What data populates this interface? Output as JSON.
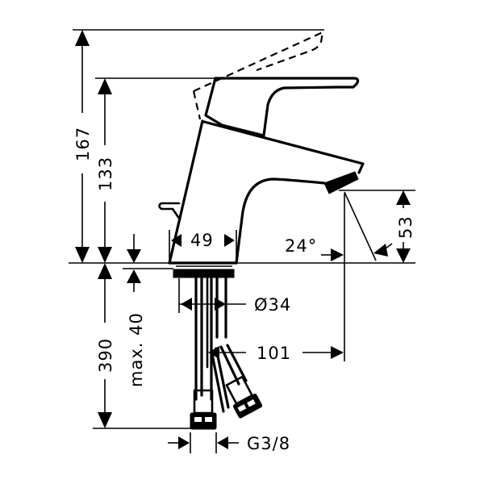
{
  "drawing": {
    "subject": "basin mixer faucet technical dimension drawing",
    "line_color": "#000000",
    "background": "#ffffff"
  },
  "dimensions": {
    "total_height_open": "167",
    "height_to_lever": "133",
    "spout_height": "53",
    "base_width": "49",
    "spout_angle": "24°",
    "base_diameter": "Ø34",
    "spout_reach": "101",
    "hose_length": "390",
    "max_counter_thickness": "max. 40",
    "connection_thread": "G3/8"
  }
}
